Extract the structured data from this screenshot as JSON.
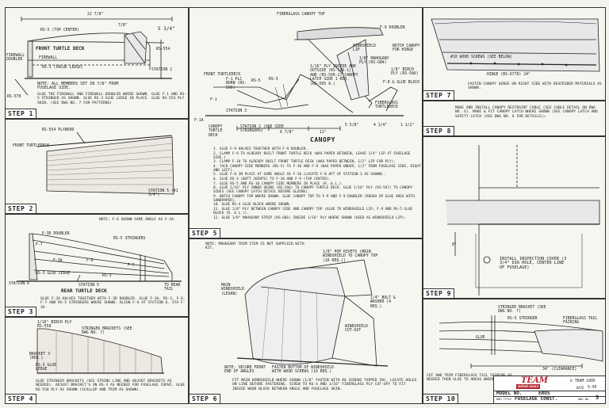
{
  "steps": {
    "s1": "STEP 1",
    "s2": "STEP 2",
    "s3": "STEP 3",
    "s4": "STEP 4",
    "s5": "STEP 5",
    "s6": "STEP 6",
    "s7": "STEP 7",
    "s8": "STEP 8",
    "s9": "STEP 9",
    "s10": "STEP 10"
  },
  "p1": {
    "dim_top": "22 7/8\"",
    "dim_a": "7/8\"",
    "dim_b": "5 3/4\"",
    "rs5_top": "RS-5 (TOP CENTER)",
    "title": "FRONT TURTLE DECK",
    "firewall": "FIREWALL",
    "doubler": "FIREWALL DOUBLER",
    "rs3": "RS-3 (VALUE LEDGE)",
    "rs554": "RS-554",
    "station2": "STATION 2",
    "rs570": "RS-570",
    "note": "NOTE: ALL MEMBERS SET IN 7/8\" FROM FUSELAGE SIDE.",
    "instr": "GLUE THE FIREWALL AND FIREWALL DOUBLER WHERE SHOWN. GLUE F-1 AND RS-5 STRINGER AS SHOWN. GLUE RS-3 GLUE LEDGE IN PLACE. GLUE RS-554 PLY SKIN. (SEE DWG NO. 7 FOR PATTERNS)"
  },
  "p2": {
    "rs554": "RS-554 PLYWOOD",
    "ftd": "FRONT TURTLEDECK",
    "station": "STATION 5 (41 3/4\")"
  },
  "p3": {
    "note": "NOTE: F-6 SHOWN SAME ANGLE AS F-3A.",
    "f3d": "F-3D DOUBLER",
    "rs5s": "RS-5 STRINGERS",
    "f7": "F-7",
    "f3a": "F-3A",
    "f6": "F-6",
    "f5": "F-5",
    "ledge": "RS-3 GLUE LEDGE",
    "rs3": "RS-3",
    "st6": "STATION 6",
    "st5": "STATION 5",
    "title": "REAR TURTLE DECK",
    "aft": "TO REAR TAIL",
    "instr": "GLUE F-3A HALVES TOGETHER WITH F-3D DOUBLER. GLUE F-3A, RS-3, F-6, F-7 AND RS-5 STRINGERS WHERE SHOWN. ALIGN F-6 AT STATION 6. STA F-3A"
  },
  "p4": {
    "skin": "1/16\" BIRCH PLY RS-558",
    "sb": "STRINGER BRACKETS (SEE DWG NO. 7)",
    "bracket": "BRACKET 3 (REQ.)",
    "rs3": "RS-3 GLUE LEDGE",
    "instr": "GLUE STRINGER BRACKETS (SEE STRING LINE AND ADJUST BRACKETS AS NEEDED). ADJUST BRACKET'S ON RS-3 AS NEEDED FOR FUSELAGE CURVE. GLUE RS-558 PLY AS SHOWN (SCALLOP AND TRIM AS SHOWN)."
  },
  "p5": {
    "top": "FIBERGLASS CANOPY TOP",
    "dblr": "F-9 DOUBLER",
    "ws": "WINDSHIELD LIP",
    "mh": "1/8\" MAHOGANY PLY (RS-GN4)",
    "notch": "NOTCH CANOPY FOR HINGE",
    "skin": "1/16\" PLY INSIDE AND OUTSIDE (RS-5X6-1) AND (RS-5X6-2) CANOPY LATCH SIDE 1 REQ. (RS-565 A.)",
    "birch": "1/8\" BIRCH PLY (RS-5A6)",
    "glue": "F-8 & GLUE BLOCK",
    "ftd": "FRONT TURTLEDECK",
    "st3": "STATION 3",
    "f1": "F-1",
    "f1a": "F-1A",
    "p1": "F-1 PLC BORN (RS-5X6)",
    "rs5": "RS-5",
    "rs3": "RS-3",
    "canopy": "CANOPY TURTLE DECK",
    "sr": "STATION 2 (USE SIDE STRINGERS)",
    "dim1": "6 7/8\"",
    "dim2": "11\"",
    "dim3": "5 5/8\"",
    "dim4": "4 1/4\"",
    "dim5": "1 1/2\"",
    "title": "CANOPY",
    "turtle": "FIBERGLASS TURTLEDECK"
  },
  "p5steps": [
    "1. GLUE F-9 HALVES TOGETHER WITH F-9 DOUBLER.",
    "2. CLAMP F-9 TO ALREADY BUILT FRONT TURTLE DECK (WAX PAPER BETWEEN, LEAVE 1/4\" LIP AT FUSELAGE SIDE.)",
    "3. CLAMP F-10 TO ALREADY BUILT FRONT TURTLE DECK (WAX PAPER BETWEEN, 1/2\" LIP FOR PLY).",
    "4. TACK CANOPY SIDE MEMBERS (RS-5) TO F-10 AND F-9 (WAX PAPER UNDER, 1/2\" FROM FUSELAGE SIDE, RIGHT AND LEFT).",
    "5. GLUE F-8 IN PLACE AT SAME ANGLE AS F-10 (LOCATE F-8 AFT OF STATION 3 AS SHOWN).",
    "6. GLUE RS-3 (BUTT JOINTS) TO F-10 AND F-9 (TOP CENTER).",
    "7. GLUE RS-5 AND RS-10 CANOPY SIDE MEMBERS IN PLACE (R. & L.).",
    "8. GLUE 1/16\" PLY INNER SKINS (RS-5A6) TO CANOPY TURTLE DECK. GLUE 1/16\" PLY (RS-5A7) TO CANOPY SIDES (SEE CANOPY LATCH DETAIL BEFORE GLUING).",
    "9. NOTCH CANOPY TOP WHERE SHOWN. GLUE CANOPY TOP TO F-9 AND F-9 DOUBLER (ROUGH UP GLUE AREA WITH SANDPAPER).",
    "10. GLUE RS-4 GLUE BLOCK WHERE SHOWN.",
    "11. GLUE 1/8\" PLY BETWEEN CANOPY SIDE AND CANOPY TOP (GLUE TO WINDSHIELD LIP, F-9 AND RS-5 GLUE BLOCK (R. & L.)).",
    "12. GLUE 1/8\" MAHOGANY STRIP (RS-GN1) INSIDE 1/16\" PLY WHERE SHOWN (USED AS WINDSHIELD LIP)."
  ],
  "p6": {
    "note": "NOTE: MAHOGANY TRIM ITEM IS NOT SUPPLIED WITH KIT.",
    "rivets": "1/8\" POP RIVETS (MAIN WINDSHIELD TO CANOPY TOP (16 REQ.))",
    "main": "MAIN WINDSHIELD (LEXAN)",
    "bolt": "1/4\" BOLT & WASHER (4 REQ.)",
    "ws": "WINDSHIELD CUT-OUT",
    "nose": "NOTE: SECURE FRONT END OF ANGLES",
    "fasten": "FASTEN BOTTOM OF WINDSHIELD WITH WOOD SCREWS (10 REQ.)",
    "instr": "FIT MAIN WINDSHIELD WHERE SHOWN (1/8\" FASTEN WITH #6 SCREWS TAPPED IN). LOCATE HOLES ON LINE BEFORE FASTENING. SCREW TO RS-4 AND 1/16\" FIBERGLASS PLY CUT-OFF TO FIT INSIDE WOOD BLOCK BETWEEN ANGLE AND FUSELAGE SKIN."
  },
  "p7": {
    "screw": "#10 WOOD SCREWS (SEE BELOW)",
    "hinge": "HINGE (RS-6770) 24\"",
    "instr": "FASTEN CANOPY HINGE ON RIGHT SIDE WITH DESCRIBED MATERIALS AS SHOWN."
  },
  "p8": {
    "instr": "MAKE AND INSTALL CANOPY RESTRAINT CABLE (SEE CABLE DETAIL ON DWG NO. 6). MAKE & FIT CANOPY LATCH WHERE SHOWN (SEE CANOPY LATCH AND SAFETY LATCH (SEE DWG NO. 6 FOR DETAILS))."
  },
  "p9": {
    "dim": "8\"",
    "inst": "INSTALL INSPECTION COVER (3 3/4\" DIA HOLE, CENTER LINE OF FUSELAGE)"
  },
  "p10": {
    "sb": "STRINGER BRACKET (SEE DWG NO. 7)",
    "rs5": "RS-5 STRINGER",
    "fairing": "FIBERGLASS TAIL FAIRING",
    "glue": "GLUE",
    "dim": "34\" (CLEARANCE)",
    "instr": "CUT AND TRIM FIBERGLASS TAIL FAIRING AS NEEDED THEN GLUE TO AREAS WHERE SHOWN."
  },
  "title_block": {
    "brand": "TEAM",
    "brand_sub": "mini-max",
    "copy": "© TEAM 1995",
    "model_label": "MODEL NO.",
    "model": "EROS",
    "dwg_label": "DWG TITLE",
    "dwg": "FUSELAGE CONST.",
    "date_label": "DATE",
    "date": "5-95",
    "sheet_label": "DWG NO.",
    "sheet": "5"
  }
}
